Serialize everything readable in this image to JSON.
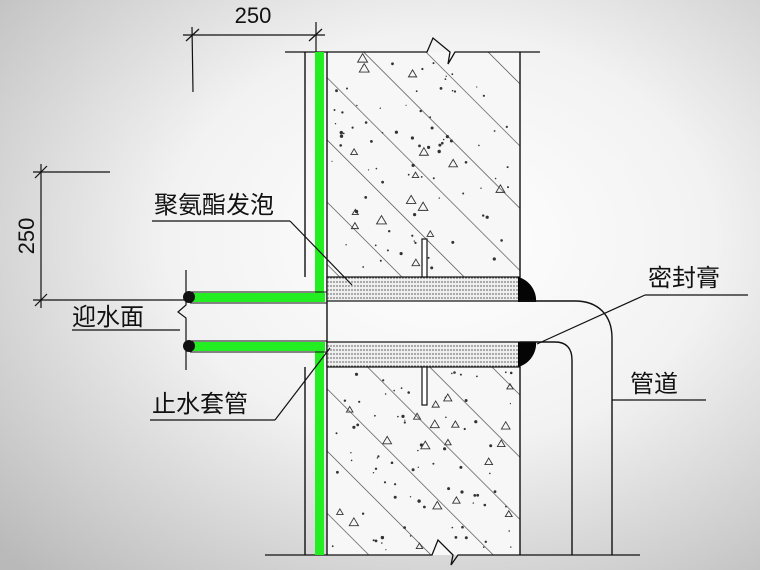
{
  "dimensions": {
    "horizontal": "250",
    "vertical": "250"
  },
  "labels": {
    "foam": "聚氨酯发泡",
    "upstream_face": "迎水面",
    "sealant": "密封膏",
    "pipe": "管道",
    "sleeve": "止水套管"
  },
  "colors": {
    "waterproof_layer": "#22ee22",
    "line": "#111111",
    "sealant": "#050505"
  }
}
